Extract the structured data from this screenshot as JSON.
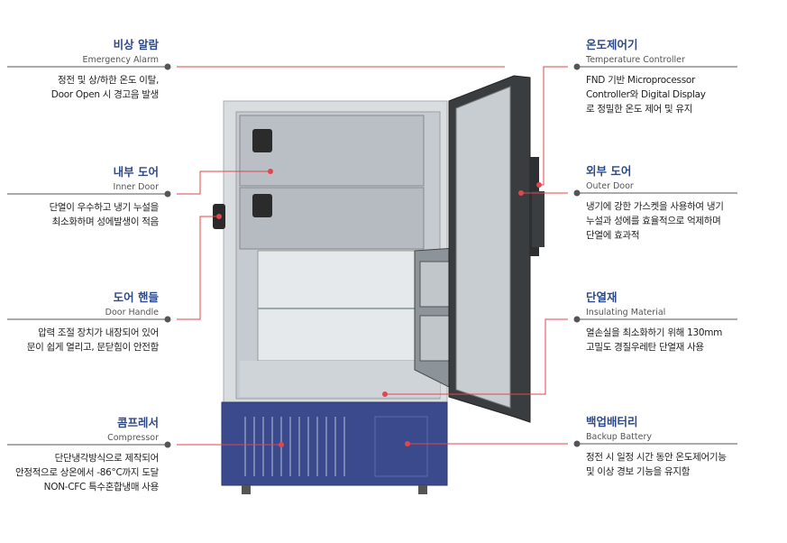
{
  "callouts": {
    "emergency_alarm": {
      "title": "비상 알람",
      "subtitle": "Emergency Alarm",
      "lines": [
        "정전 및 상/하한 온도 이탈,",
        "Door Open 시 경고음 발생"
      ]
    },
    "inner_door": {
      "title": "내부 도어",
      "subtitle": "Inner Door",
      "lines": [
        "단열이 우수하고 냉기 누설을",
        "최소화하며 성에발생이 적음"
      ]
    },
    "door_handle": {
      "title": "도어 핸들",
      "subtitle": "Door Handle",
      "lines": [
        "압력 조절 장치가 내장되어 있어",
        "문이 쉽게 열리고, 문닫힘이 안전함"
      ]
    },
    "compressor": {
      "title": "콤프레서",
      "subtitle": "Compressor",
      "lines": [
        "단단냉각방식으로 제작되어",
        "안정적으로 상온에서 -86°C까지 도달",
        "NON-CFC 특수혼합냉매 사용"
      ]
    },
    "temperature_controller": {
      "title": "온도제어기",
      "subtitle": "Temperature Controller",
      "lines": [
        "FND 기반 Microprocessor",
        "Controller와 Digital Display",
        "로 정밀한 온도 제어 및 유지"
      ]
    },
    "outer_door": {
      "title": "외부 도어",
      "subtitle": "Outer Door",
      "lines": [
        "냉기에 강한 가스켓을 사용하여 냉기",
        "누설과 성에를 효율적으로 억제하며",
        "단열에 효과적"
      ]
    },
    "insulating_material": {
      "title": "단열재",
      "subtitle": "Insulating Material",
      "lines": [
        "열손실을 최소화하기 위해 130mm",
        "고밀도 경질우레탄 단열재 사용"
      ]
    },
    "backup_battery": {
      "title": "백업배터리",
      "subtitle": "Backup Battery",
      "lines": [
        "정전 시 일정 시간 동안 온도제어기능",
        "및 이상 경보 기능을 유지함"
      ]
    }
  },
  "colors": {
    "title": "#2f4a8a",
    "leader": "#e0464e",
    "rule": "#555555",
    "base": "#3a4a8c"
  }
}
